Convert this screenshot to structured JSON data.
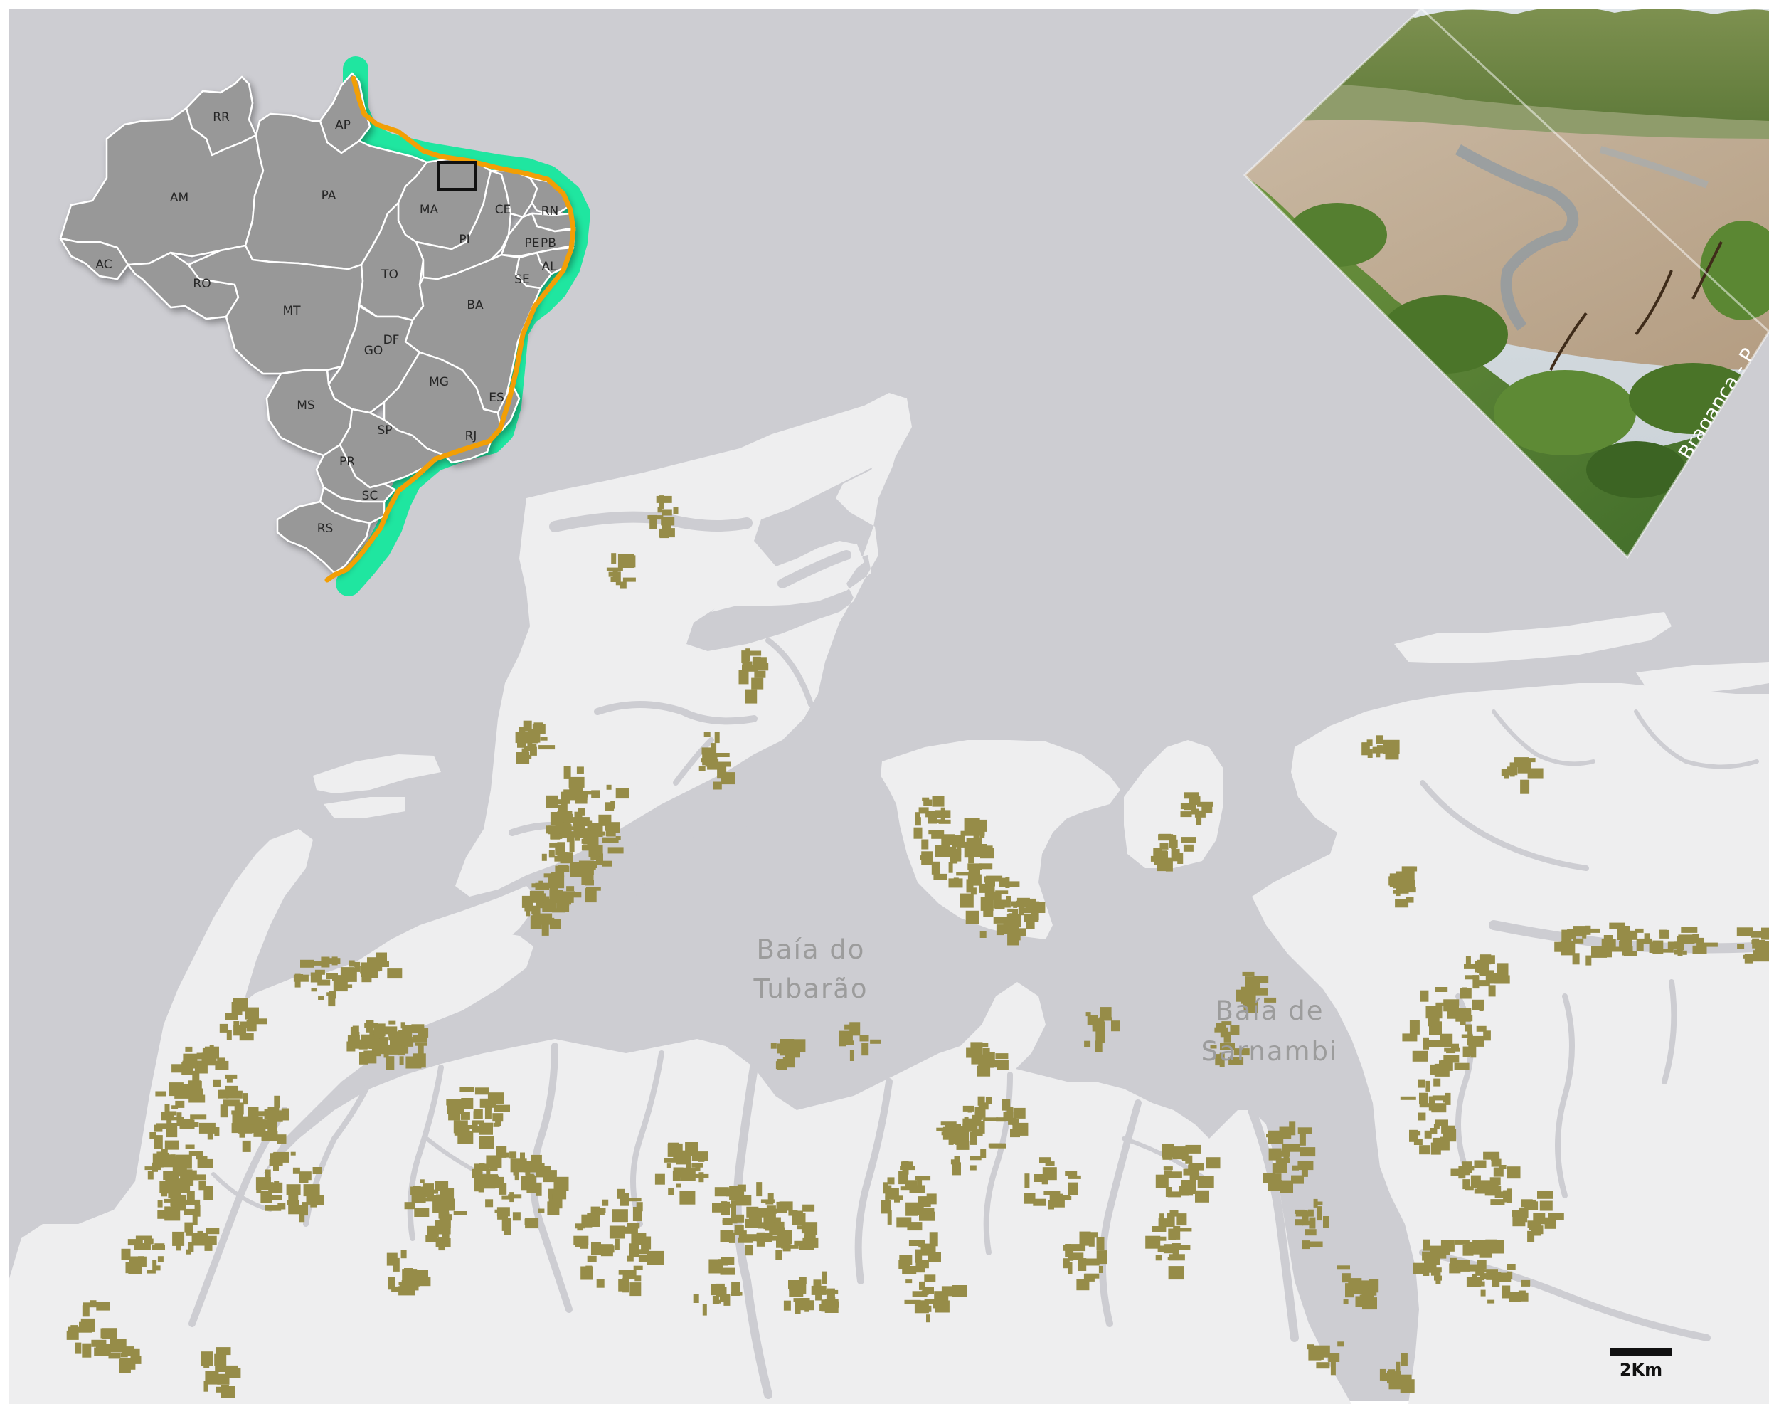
{
  "colors": {
    "water": "#cdcdd2",
    "land": "#eeeeef",
    "mangrove_patch": "#968c48",
    "inset_state_fill": "#989898",
    "inset_border": "#ffffff",
    "coastline_highlight": "#f29f05",
    "coastal_zone_buffer": "#1fe6a0",
    "locator_box": "#111111"
  },
  "inset_map": {
    "states": [
      {
        "abbr": "RR"
      },
      {
        "abbr": "AP"
      },
      {
        "abbr": "AM"
      },
      {
        "abbr": "PA"
      },
      {
        "abbr": "MA"
      },
      {
        "abbr": "CE"
      },
      {
        "abbr": "RN"
      },
      {
        "abbr": "PI"
      },
      {
        "abbr": "PE"
      },
      {
        "abbr": "PB"
      },
      {
        "abbr": "AL"
      },
      {
        "abbr": "SE"
      },
      {
        "abbr": "AC"
      },
      {
        "abbr": "RO"
      },
      {
        "abbr": "TO"
      },
      {
        "abbr": "BA"
      },
      {
        "abbr": "MT"
      },
      {
        "abbr": "DF"
      },
      {
        "abbr": "GO"
      },
      {
        "abbr": "MG"
      },
      {
        "abbr": "ES"
      },
      {
        "abbr": "MS"
      },
      {
        "abbr": "SP"
      },
      {
        "abbr": "RJ"
      },
      {
        "abbr": "PR"
      },
      {
        "abbr": "SC"
      },
      {
        "abbr": "RS"
      }
    ]
  },
  "photo": {
    "caption": "Bragança - P"
  },
  "labels": {
    "bay1_line1": "Baía do",
    "bay1_line2": "Tubarão",
    "bay2_line1": "Baía de",
    "bay2_line2": "Sarnambi"
  },
  "scale_bar": {
    "label": "2Km"
  }
}
